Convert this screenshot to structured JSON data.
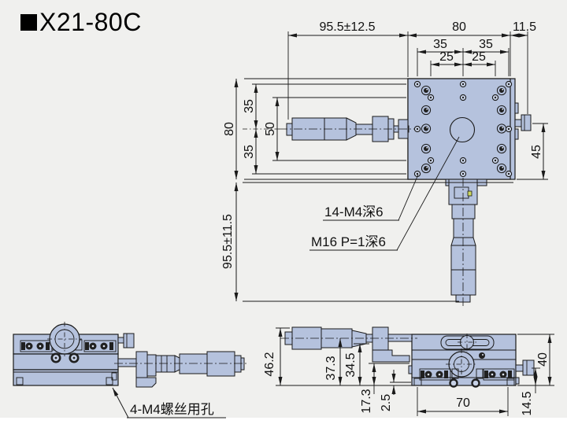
{
  "title": {
    "marker": "■",
    "model": "X21-80C"
  },
  "colors": {
    "background": "#f0f0ee",
    "part_fill": "#b5c2dd",
    "line": "#1a1a1a",
    "accent_dot": "#cdd861"
  },
  "top_view": {
    "dim_travel_horizontal": "95.5±12.5",
    "dim_stage_width": "80",
    "dim_knob_offset": "11.5",
    "dim_hole_span_35_left": "35",
    "dim_hole_span_35_right": "35",
    "dim_hole_span_25_left": "25",
    "dim_hole_span_25_right": "25",
    "dim_stage_height": "80",
    "dim_row_top_35": "35",
    "dim_row_span_50": "50",
    "dim_row_bottom_35": "35",
    "dim_knob_axis_45": "45",
    "dim_travel_vertical": "95.5±11.5",
    "label_tapped_holes": "14-M4深6",
    "label_center_thread": "M16 P=1深6"
  },
  "side_view": {
    "label_mounting_holes": "4-M4螺丝用孔"
  },
  "front_view": {
    "dim_total_height": "46.2",
    "dim_axis_height": "37.3",
    "dim_bracket_height": "34.5",
    "dim_table_height": "17.3",
    "dim_base_step": "2.5",
    "dim_base_width": "70",
    "dim_knob_axis_height": "14.5",
    "dim_stage_height": "40"
  }
}
